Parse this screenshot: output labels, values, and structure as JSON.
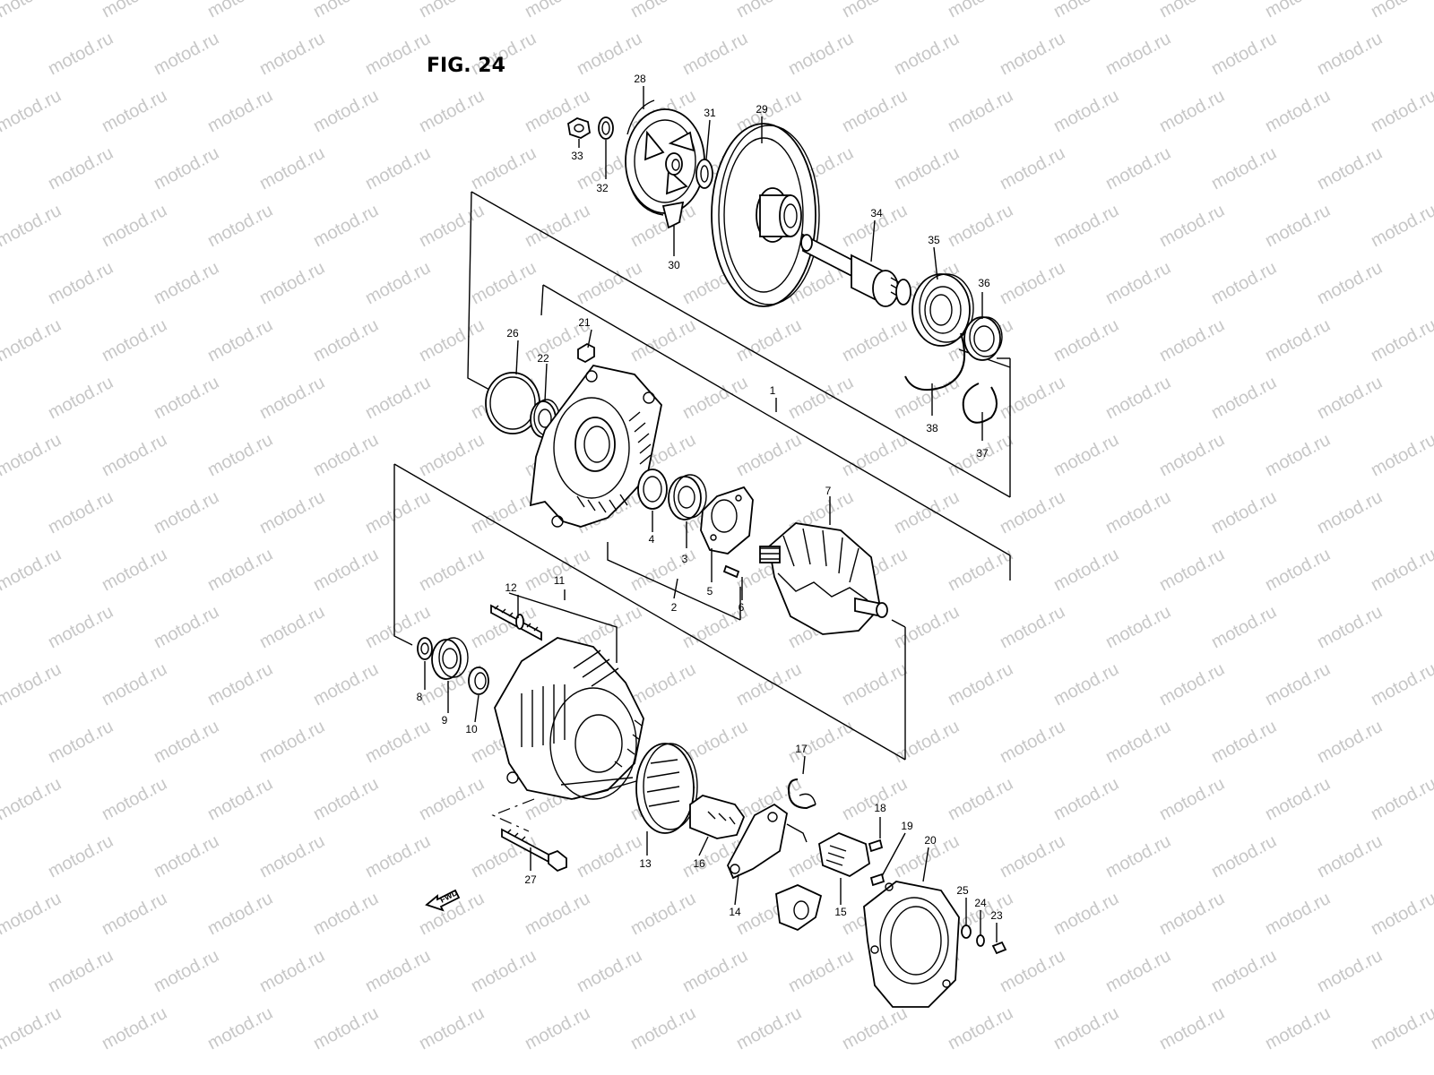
{
  "figure": {
    "title": "FIG. 24"
  },
  "watermark": {
    "text": "motod.ru"
  },
  "fwd_arrow": {
    "label": "FWD"
  },
  "callouts": [
    {
      "id": "1",
      "label": "1"
    },
    {
      "id": "2",
      "label": "2"
    },
    {
      "id": "3",
      "label": "3"
    },
    {
      "id": "4",
      "label": "4"
    },
    {
      "id": "5",
      "label": "5"
    },
    {
      "id": "6",
      "label": "6"
    },
    {
      "id": "7",
      "label": "7"
    },
    {
      "id": "8",
      "label": "8"
    },
    {
      "id": "9",
      "label": "9"
    },
    {
      "id": "10",
      "label": "10"
    },
    {
      "id": "11",
      "label": "11"
    },
    {
      "id": "12",
      "label": "12"
    },
    {
      "id": "13",
      "label": "13"
    },
    {
      "id": "14",
      "label": "14"
    },
    {
      "id": "15",
      "label": "15"
    },
    {
      "id": "16",
      "label": "16"
    },
    {
      "id": "17",
      "label": "17"
    },
    {
      "id": "18",
      "label": "18"
    },
    {
      "id": "19",
      "label": "19"
    },
    {
      "id": "20",
      "label": "20"
    },
    {
      "id": "21",
      "label": "21"
    },
    {
      "id": "22",
      "label": "22"
    },
    {
      "id": "23",
      "label": "23"
    },
    {
      "id": "24",
      "label": "24"
    },
    {
      "id": "25",
      "label": "25"
    },
    {
      "id": "26",
      "label": "26"
    },
    {
      "id": "27",
      "label": "27"
    },
    {
      "id": "28",
      "label": "28"
    },
    {
      "id": "29",
      "label": "29"
    },
    {
      "id": "30",
      "label": "30"
    },
    {
      "id": "31",
      "label": "31"
    },
    {
      "id": "32",
      "label": "32"
    },
    {
      "id": "33",
      "label": "33"
    },
    {
      "id": "34",
      "label": "34"
    },
    {
      "id": "35",
      "label": "35"
    },
    {
      "id": "36",
      "label": "36"
    },
    {
      "id": "37",
      "label": "37"
    },
    {
      "id": "38",
      "label": "38"
    }
  ],
  "colors": {
    "line": "#000000",
    "watermark": "#c7c7c7",
    "background": "#ffffff"
  }
}
